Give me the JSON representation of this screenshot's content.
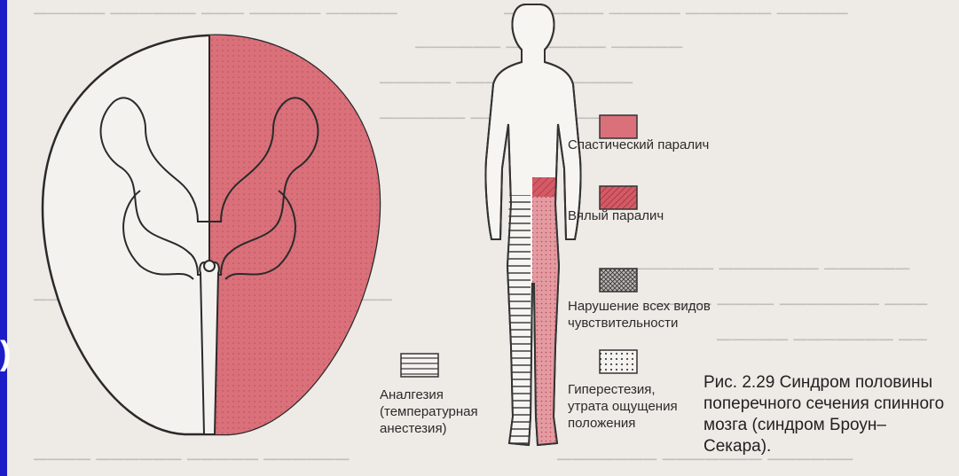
{
  "figure": {
    "caption_number": "Рис. 2.29",
    "caption_text": "Синдром половины поперечного сечения спинного мозга (синдром Броун–Секара).",
    "caption_lines": [
      "Рис. 2.29 Синдром половины",
      "поперечного сечения спинного",
      "мозга (синдром Броун–Секара)."
    ],
    "legend": [
      {
        "key": "spastic",
        "label_lines": [
          "Спастический паралич"
        ]
      },
      {
        "key": "flaccid",
        "label_lines": [
          "Вялый паралич"
        ]
      },
      {
        "key": "all_sensory",
        "label_lines": [
          "Нарушение всех видов",
          "чувствительности"
        ]
      },
      {
        "key": "hyperesthesia",
        "label_lines": [
          "Гиперестезия,",
          "утрата ощущения",
          "положения"
        ]
      },
      {
        "key": "analgesia",
        "label_lines": [
          "Аналгезия",
          "(температурная",
          "анестезия)"
        ]
      }
    ]
  },
  "slide": {
    "edge_glyph": ")"
  },
  "colors": {
    "background": "#1c1cc8",
    "paper": "#eeeae6",
    "spastic": "#d9707a",
    "flaccid": "#d45a66"
  }
}
